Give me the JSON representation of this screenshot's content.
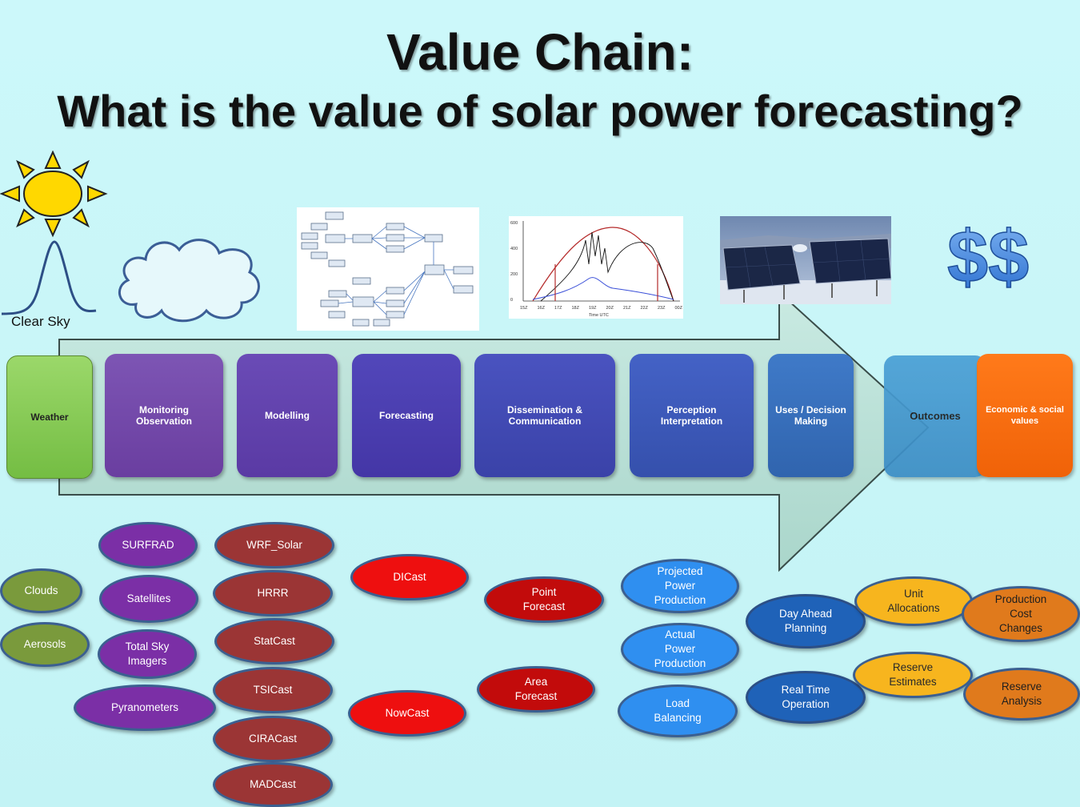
{
  "title": {
    "line1": "Value Chain:",
    "line2": "What is the value of solar power forecasting?"
  },
  "clear_sky_label": "Clear Sky",
  "icons": {
    "sun": "sun-icon",
    "cloud": "cloud-icon",
    "money": "dollar-signs-icon",
    "bell_curve": "bell-curve-icon"
  },
  "images": {
    "flowchart": "flowchart-thumbnail",
    "power_chart": "power-chart-thumbnail",
    "solar_panels": "solar-panel-photo"
  },
  "power_chart_mini": {
    "y_ticks": [
      "600",
      "400",
      "200",
      "0"
    ],
    "x_ticks": [
      "15Z",
      "16Z",
      "17Z",
      "18Z",
      "19Z",
      "20Z",
      "21Z",
      "22Z",
      "23Z",
      "00Z"
    ],
    "x_label": "Time UTC"
  },
  "chain": {
    "weather": "Weather",
    "monitoring": "Monitoring\nObservation",
    "modelling": "Modelling",
    "forecasting": "Forecasting",
    "dissemination": "Dissemination &\nCommunication",
    "perception": "Perception\nInterpretation",
    "uses": "Uses / Decision\nMaking",
    "outcomes": "Outcomes",
    "economic": "Economic & social\nvalues"
  },
  "ovals": {
    "clouds": "Clouds",
    "aerosols": "Aerosols",
    "surfrad": "SURFRAD",
    "satellites": "Satellites",
    "total_sky": "Total Sky\nImagers",
    "pyranometers": "Pyranometers",
    "wrf_solar": "WRF_Solar",
    "hrrr": "HRRR",
    "statcast": "StatCast",
    "tsicast": "TSICast",
    "ciracast": "CIRACast",
    "madcast": "MADCast",
    "dicast": "DICast",
    "nowcast": "NowCast",
    "point_forecast": "Point\nForecast",
    "area_forecast": "Area\nForecast",
    "projected_power": "Projected\nPower\nProduction",
    "actual_power": "Actual\nPower\nProduction",
    "load_balancing": "Load\nBalancing",
    "day_ahead": "Day Ahead\nPlanning",
    "real_time": "Real Time\nOperation",
    "unit_allocations": "Unit\nAllocations",
    "reserve_estimates": "Reserve\nEstimates",
    "production_cost": "Production\nCost\nChanges",
    "reserve_analysis": "Reserve\nAnalysis"
  },
  "colors": {
    "olive": "#7a9a3c",
    "purple": "#7b2fa6",
    "brown": "#9b3535",
    "red": "#ee0f0f",
    "darkred": "#c20b0b",
    "blue": "#2f8ff0",
    "navy": "#1f62b8",
    "gold": "#f7b51e",
    "orange": "#e07a1c"
  }
}
